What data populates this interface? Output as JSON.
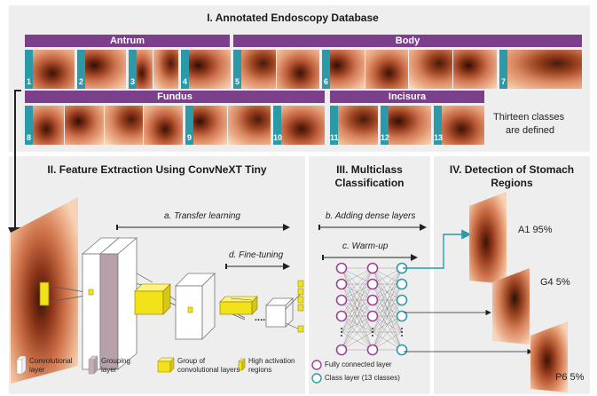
{
  "section1": {
    "title": "I. Annotated Endoscopy Database",
    "categories": {
      "antrum": "Antrum",
      "body": "Body",
      "fundus": "Fundus",
      "incisura": "Incisura"
    },
    "class_numbers": [
      "1",
      "2",
      "3",
      "4",
      "5",
      "6",
      "7",
      "8",
      "9",
      "10",
      "11",
      "12",
      "13"
    ],
    "note_line1": "Thirteen classes",
    "note_line2": "are defined"
  },
  "section2": {
    "title": "II. Feature Extraction Using ConvNeXT Tiny",
    "transfer_learning": "a. Transfer learning",
    "fine_tuning": "d. Fine-tuning",
    "dots": "....",
    "legend": {
      "conv_line1": "Convolutional",
      "conv_line2": "layer",
      "group_line1": "Grouping",
      "group_line2": "layer",
      "groupconv_line1": "Group of",
      "groupconv_line2": "convolutional layers",
      "high_line1": "High activation",
      "high_line2": "regions"
    }
  },
  "section3": {
    "title_line1": "III. Multiclass",
    "title_line2": "Classification",
    "dense": "b. Adding dense layers",
    "warmup": "c. Warm-up",
    "legend_fc": "Fully connected layer",
    "legend_class": "Class layer (13 classes)"
  },
  "section4": {
    "title_line1": "IV. Detection of Stomach",
    "title_line2": "Regions",
    "results": [
      "A1 95%",
      "G4 5%",
      "P6 5%"
    ]
  },
  "colors": {
    "panel": "#eeeeee",
    "category_bar": "#7b3f8c",
    "number_tab": "#2a9aa8",
    "neuron_fc": "#a0409a",
    "neuron_class": "#2a9aa8",
    "highlight": "#f2e21a"
  }
}
